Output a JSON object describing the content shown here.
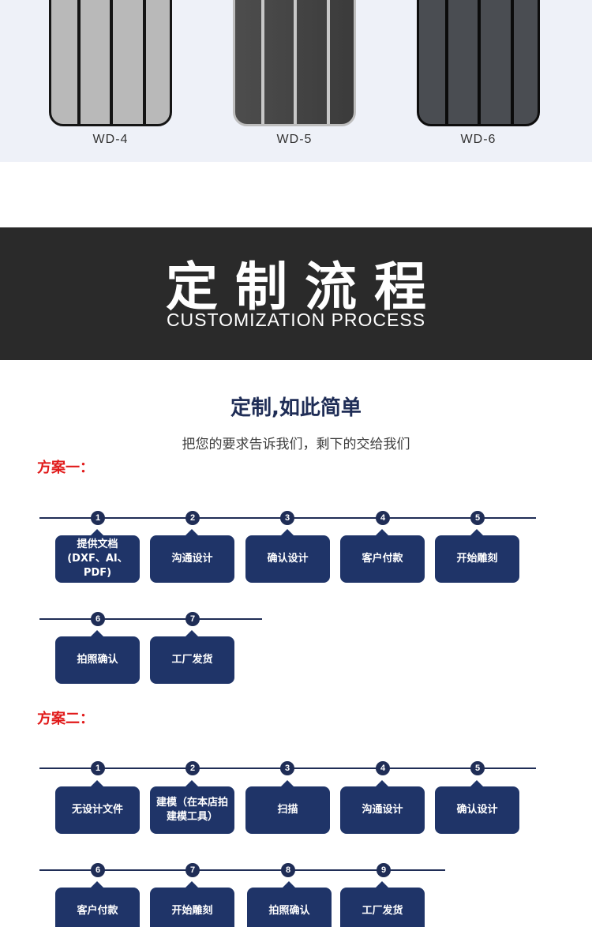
{
  "products": [
    {
      "code": "WD-4",
      "color": "#b9b9b9"
    },
    {
      "code": "WD-5",
      "color": "#444444"
    },
    {
      "code": "WD-6",
      "color": "#4a4d52"
    }
  ],
  "banner": {
    "title_cn": "定制流程",
    "title_en": "CUSTOMIZATION PROCESS"
  },
  "headline": "定制,如此简单",
  "subline": "把您的要求告诉我们，剩下的交给我们",
  "plan1": {
    "title": "方案一：",
    "steps": [
      {
        "num": "1",
        "label": "提供文档\n(DXF、AI、PDF)"
      },
      {
        "num": "2",
        "label": "沟通设计"
      },
      {
        "num": "3",
        "label": "确认设计"
      },
      {
        "num": "4",
        "label": "客户付款"
      },
      {
        "num": "5",
        "label": "开始雕刻"
      },
      {
        "num": "6",
        "label": "拍照确认"
      },
      {
        "num": "7",
        "label": "工厂发货"
      }
    ]
  },
  "plan2": {
    "title": "方案二：",
    "steps": [
      {
        "num": "1",
        "label": "无设计文件"
      },
      {
        "num": "2",
        "label": "建模（在本店拍\n建模工具）"
      },
      {
        "num": "3",
        "label": "扫描"
      },
      {
        "num": "4",
        "label": "沟通设计"
      },
      {
        "num": "5",
        "label": "确认设计"
      },
      {
        "num": "6",
        "label": "客户付款"
      },
      {
        "num": "7",
        "label": "开始雕刻"
      },
      {
        "num": "8",
        "label": "拍照确认"
      },
      {
        "num": "9",
        "label": "工厂发货"
      }
    ]
  },
  "colors": {
    "accent": "#1f3468",
    "plan_title": "#e11a1a",
    "banner_bg": "#2a2a2a"
  }
}
